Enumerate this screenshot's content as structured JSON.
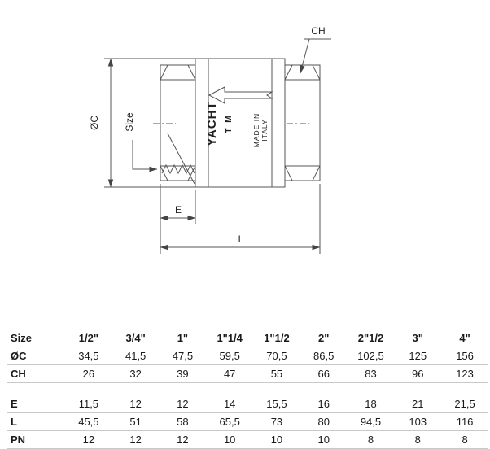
{
  "drawing": {
    "labels": {
      "ch": "CH",
      "oc": "ØC",
      "size": "Size",
      "e": "E",
      "l": "L"
    },
    "body_text": {
      "brand": "YACHT",
      "model": "T M",
      "origin_line1": "MADE IN",
      "origin_line2": "ITALY"
    }
  },
  "table": {
    "header": {
      "label": "Size",
      "values": [
        "1/2\"",
        "3/4\"",
        "1\"",
        "1\"1/4",
        "1\"1/2",
        "2\"",
        "2\"1/2",
        "3\"",
        "4\""
      ]
    },
    "rows": [
      {
        "label": "ØC",
        "values": [
          "34,5",
          "41,5",
          "47,5",
          "59,5",
          "70,5",
          "86,5",
          "102,5",
          "125",
          "156"
        ]
      },
      {
        "label": "CH",
        "values": [
          "26",
          "32",
          "39",
          "47",
          "55",
          "66",
          "83",
          "96",
          "123"
        ]
      },
      {
        "label": "E",
        "values": [
          "11,5",
          "12",
          "12",
          "14",
          "15,5",
          "16",
          "18",
          "21",
          "21,5"
        ]
      },
      {
        "label": "L",
        "values": [
          "45,5",
          "51",
          "58",
          "65,5",
          "73",
          "80",
          "94,5",
          "103",
          "116"
        ]
      },
      {
        "label": "PN",
        "values": [
          "12",
          "12",
          "12",
          "10",
          "10",
          "10",
          "8",
          "8",
          "8"
        ]
      }
    ]
  }
}
